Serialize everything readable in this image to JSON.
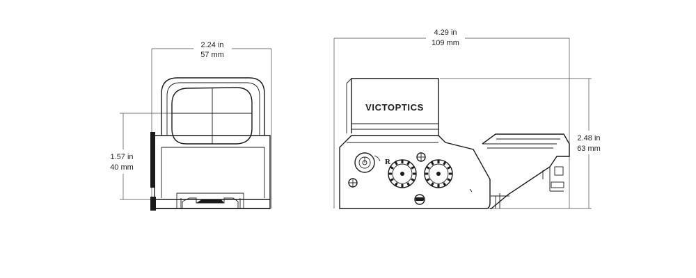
{
  "front_view": {
    "width": {
      "in": "2.24 in",
      "mm": "57 mm"
    },
    "height": {
      "in": "1.57 in",
      "mm": "40 mm"
    }
  },
  "side_view": {
    "length": {
      "in": "4.29 in",
      "mm": "109 mm"
    },
    "height": {
      "in": "2.48 in",
      "mm": "63 mm"
    },
    "brand": "VICTOPTICS",
    "knob_label": "R"
  }
}
